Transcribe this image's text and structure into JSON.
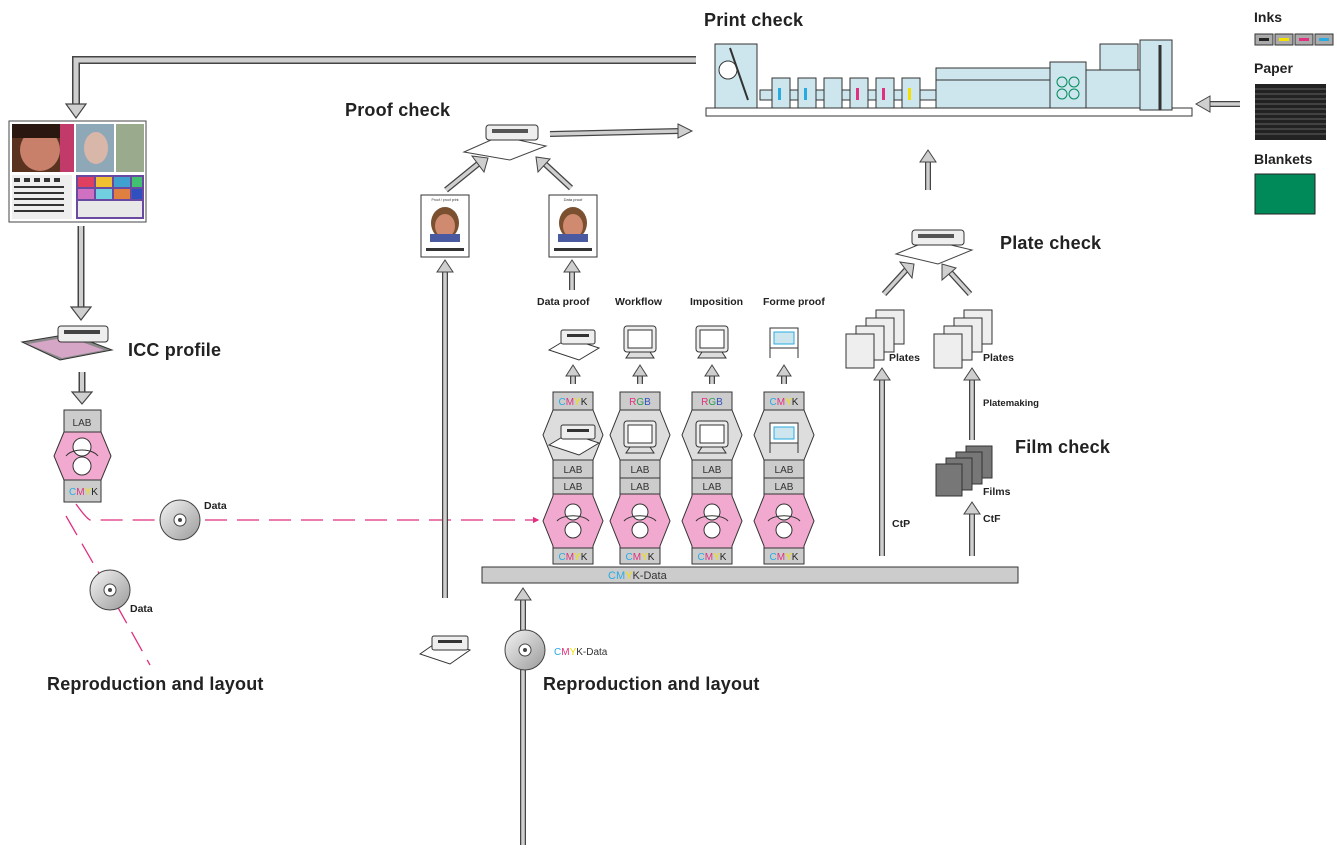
{
  "labels": {
    "print_check": "Print check",
    "proof_check": "Proof check",
    "plate_check": "Plate check",
    "film_check": "Film check",
    "icc_profile": "ICC profile",
    "repro_left": "Reproduction and layout",
    "repro_center": "Reproduction and layout",
    "inks": "Inks",
    "paper": "Paper",
    "blankets": "Blankets",
    "data_proof": "Data proof",
    "workflow": "Workflow",
    "imposition": "Imposition",
    "forme_proof": "Forme proof",
    "plates_1": "Plates",
    "plates_2": "Plates",
    "films": "Films",
    "platemaking": "Platemaking",
    "ctp": "CtP",
    "ctf": "CtF",
    "data_1": "Data",
    "data_2": "Data",
    "cmyk_bar_prefix": "CM",
    "cmyk_bar_y": "Y",
    "cmyk_bar_suffix": "K-Data",
    "cmyk_disc_c": "C",
    "cmyk_disc_m": "M",
    "cmyk_disc_y": "Y",
    "cmyk_disc_suffix": "K-Data",
    "lab": "LAB",
    "rgb_r": "R",
    "rgb_g": "G",
    "rgb_b": "B",
    "cmyk_c": "C",
    "cmyk_m": "M",
    "cmyk_y": "Y",
    "cmyk_k": "K",
    "proof_sheet_1_title": "Proof / proof print",
    "proof_sheet_2_title": "Data proof"
  },
  "colors": {
    "magenta": "#e0307f",
    "cyan": "#29abe2",
    "yellow": "#f5e000",
    "pink_fill": "#f2a9cf",
    "arrow_gray": "#c8c8c8",
    "blanket_green": "#008a5a",
    "bar_gray": "#cccccc"
  },
  "icons": [
    "printing-press-icon",
    "scanner-icon",
    "printer-icon",
    "monitor-icon",
    "plotter-icon",
    "cd-icon",
    "plates-icon",
    "films-icon",
    "ink-swatch-icon",
    "paper-stack-icon",
    "blanket-icon"
  ]
}
